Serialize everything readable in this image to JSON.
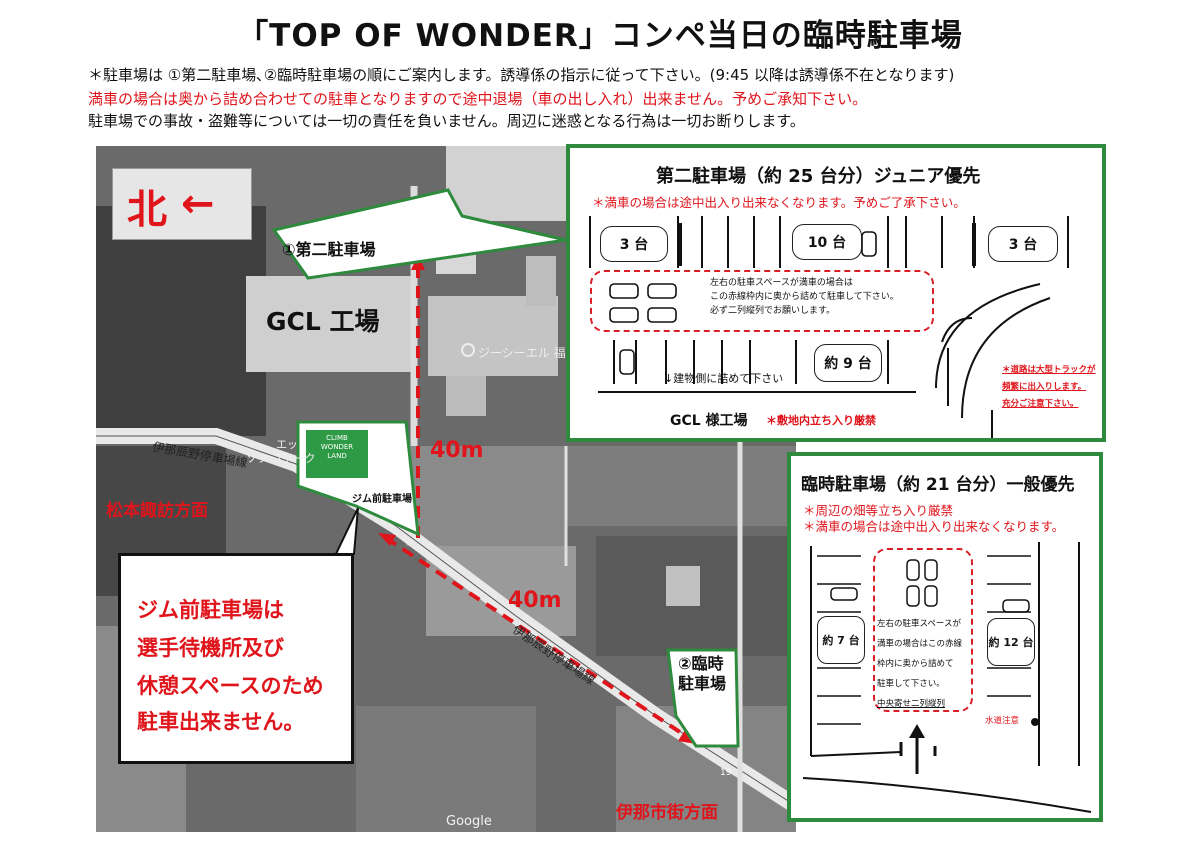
{
  "title": "「TOP OF WONDER」コンペ当日の臨時駐車場",
  "notices": [
    "＊駐車場は ①第二駐車場､②臨時駐車場の順にご案内します。誘導係の指示に従って下さい。(9:45 以降は誘導係不在となります)",
    "満車の場合は奥から詰め合わせての駐車となりますので途中退場（車の出し入れ）出来ません。予めご承知下さい。",
    "駐車場での事故・盗難等については一切の責任を負いません。周辺に迷惑となる行為は一切お断りします。"
  ],
  "colors": {
    "red": "#e0141b",
    "green": "#2e8b3e"
  },
  "map": {
    "north_label": "北",
    "north_arrow": "←",
    "factory_label": "GCL 工場",
    "parking2_callout": "①第二駐車場",
    "distance_1": "40m",
    "distance_2": "40m",
    "road_label_1": "伊那辰野停車場線",
    "road_label_2": "伊那辰野停車場線",
    "place_pin": "ジーシーエル 福",
    "side_text_1": "エッ",
    "side_text_2": "ソフ  ファーク",
    "gym_logo_1": "CLIMB",
    "gym_logo_2": "WONDER",
    "gym_logo_3": "LAND",
    "gym_parking_label": "ジム前駐車場",
    "direction_matsumoto": "松本諏訪方面",
    "direction_ina": "伊那市街方面",
    "temp_parking_callout_1": "②臨時",
    "temp_parking_callout_2": "駐車場",
    "google": "Google",
    "marker_19": "19",
    "gym_callout": [
      "ジム前駐車場は",
      "選手待機所及び",
      "休憩スペースのため",
      "駐車出来ません。"
    ]
  },
  "panel_parking2": {
    "title": "第二駐車場（約 25 台分）ジュニア優先",
    "note": "＊満車の場合は途中出入り出来なくなります。予めご了承下さい。",
    "slot_left": "3 台",
    "slot_center": "10 台",
    "slot_right": "3 台",
    "slot_lower": "約 9 台",
    "dashed_text": [
      "左右の駐車スペースが満車の場合は",
      "この赤線枠内に奥から詰めて駐車して下さい。",
      "必ず二列縦列でお願いします。"
    ],
    "building_side": "↓建物側に詰めて下さい",
    "factory": "GCL 様工場",
    "no_entry": "＊敷地内立ち入り厳禁",
    "truck_warning": [
      "＊道路は大型トラックが",
      "頻繁に出入りします。",
      "充分ご注意下さい。"
    ]
  },
  "panel_temp": {
    "title": "臨時駐車場（約 21 台分）一般優先",
    "notes": [
      "＊周辺の畑等立ち入り厳禁",
      "＊満車の場合は途中出入り出来なくなります。"
    ],
    "slot_left": "約 7 台",
    "slot_right": "約 12 台",
    "dashed_text": [
      "左右の駐車スペースが",
      "満車の場合はこの赤線",
      "枠内に奥から詰めて",
      "駐車して下さい。",
      "中央寄せ二列縦列"
    ],
    "water_warning": "水道注意"
  }
}
